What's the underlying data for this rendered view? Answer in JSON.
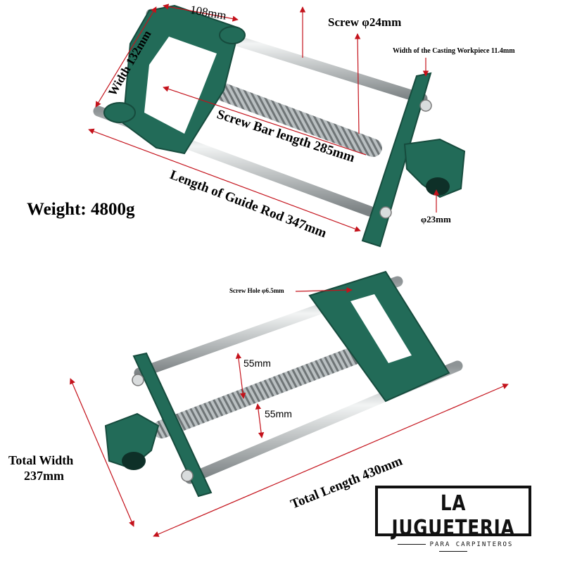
{
  "colors": {
    "casting": "#226b58",
    "casting_dark": "#164b3d",
    "steel": "#c9cdcf",
    "dim_line": "#c4121b",
    "text": "#000000"
  },
  "top_view": {
    "dim_108": "108mm",
    "width_132": "Width 132mm",
    "screw_diameter": "Screw φ24mm",
    "casting_width": "Width of the Casting Workpiece 11.4mm",
    "screw_bar_length": "Screw Bar length 285mm",
    "guide_rod_length": "Length of Guide Rod 347mm",
    "handle_diameter": "φ23mm",
    "weight": "Weight: 4800g"
  },
  "bottom_view": {
    "screw_hole": "Screw Hole φ6.5mm",
    "spacing_upper": "55mm",
    "spacing_lower": "55mm",
    "total_width_line1": "Total Width",
    "total_width_line2": "237mm",
    "total_length": "Total Length 430mm"
  },
  "logo": {
    "main": "LA JUGUETERIA",
    "sub": "PARA CARPINTEROS"
  }
}
